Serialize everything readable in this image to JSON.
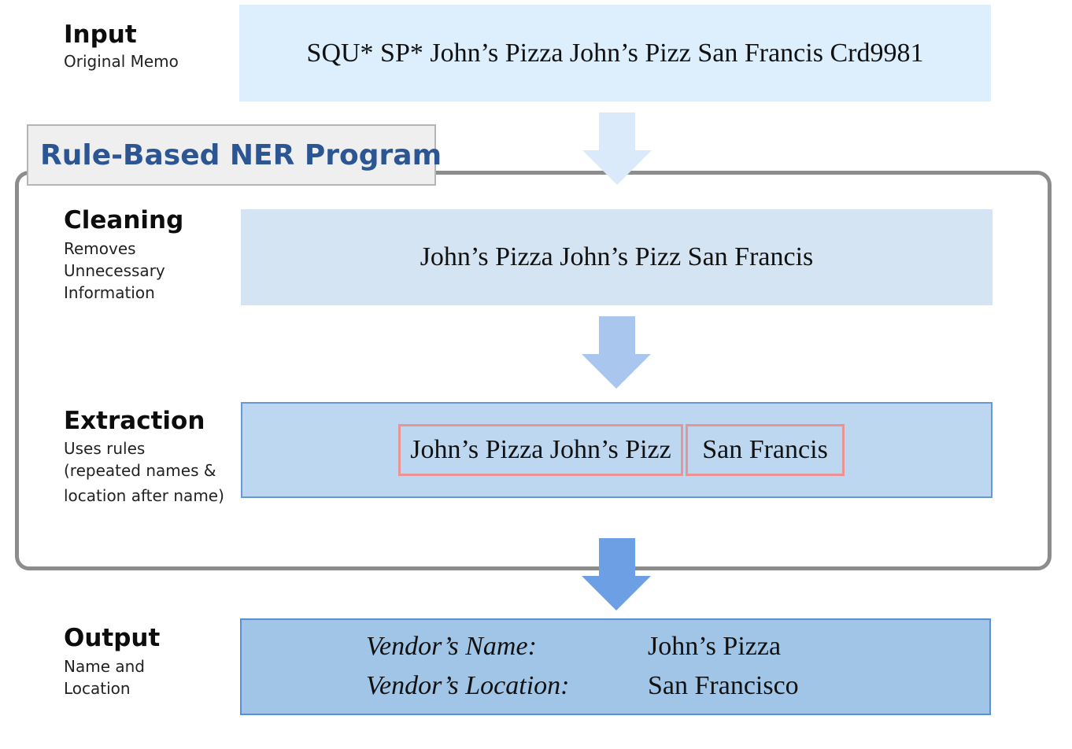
{
  "input": {
    "title": "Input",
    "description": "Original Memo",
    "memo": "SQU* SP* John’s Pizza John’s Pizz San Francis Crd9981"
  },
  "program": {
    "title": "Rule-Based NER Program"
  },
  "cleaning": {
    "title": "Cleaning",
    "description_lines": [
      "Removes",
      "Unnecessary",
      "Information"
    ],
    "result": "John’s Pizza John’s Pizz San Francis"
  },
  "extraction": {
    "title": "Extraction",
    "description_lines": [
      "Uses rules",
      "(repeated names &",
      "location after name)"
    ],
    "name_span": "John’s Pizza John’s Pizz",
    "location_span": "San Francis"
  },
  "output": {
    "title": "Output",
    "description_lines": [
      "Name and",
      "Location"
    ],
    "fields": [
      {
        "key": "Vendor’s Name:",
        "value": "John’s Pizza"
      },
      {
        "key": "Vendor’s Location:",
        "value": "San Francisco"
      }
    ]
  },
  "colors": {
    "input_box": "#ddeefd",
    "cleaning_box": "#d5e4f3",
    "extraction_box": "#bdd7f1",
    "output_box": "#a1c5e6",
    "arrow_1": "#dbeafb",
    "arrow_2": "#a9c6ee",
    "arrow_3": "#6d9fe4",
    "highlight_border": "#e89494",
    "program_title": "#2b5693",
    "program_frame": "#8c8c8c"
  },
  "icons": [
    "down-arrow-icon",
    "down-arrow-icon",
    "down-arrow-icon"
  ]
}
